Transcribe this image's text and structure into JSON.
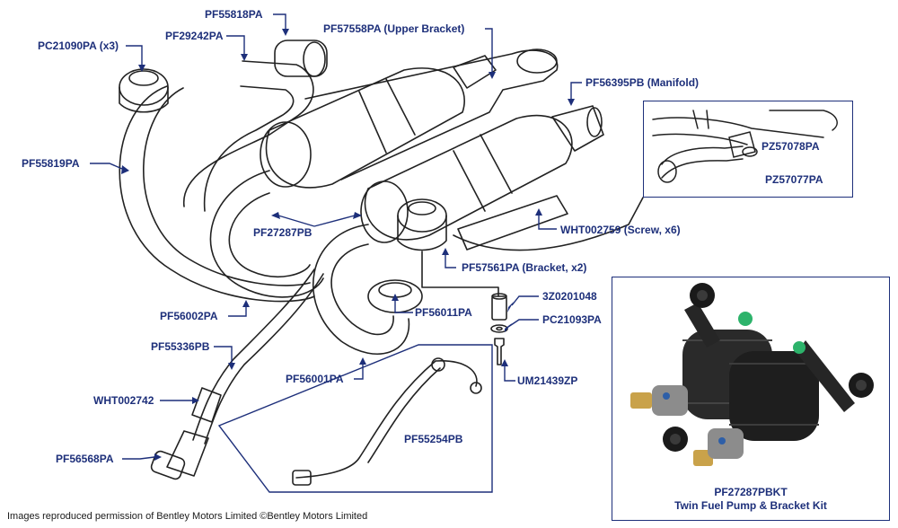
{
  "labels": {
    "pf55818pa": "PF55818PA",
    "pc21090pa": "PC21090PA (x3)",
    "pf29242pa": "PF29242PA",
    "pf57558pa": "PF57558PA (Upper Bracket)",
    "pf56395pb": "PF56395PB (Manifold)",
    "pf55819pa": "PF55819PA",
    "pz57078pa": "PZ57078PA",
    "pz57077pa": "PZ57077PA",
    "pf27287pb": "PF27287PB",
    "wht002759": "WHT002759 (Screw, x6)",
    "pf57561pa": "PF57561PA (Bracket, x2)",
    "z3z0201048": "3Z0201048",
    "pf56002pa": "PF56002PA",
    "pf56011pa": "PF56011PA",
    "pc21093pa": "PC21093PA",
    "pf55336pb": "PF55336PB",
    "um21439zp": "UM21439ZP",
    "pf56001pa": "PF56001PA",
    "wht002742": "WHT002742",
    "pf55254pb": "PF55254PB",
    "pf56568pa": "PF56568PA"
  },
  "kit": {
    "part": "PF27287PBKT",
    "title": "Twin Fuel Pump & Bracket Kit"
  },
  "credit": "Images reproduced permission of Bentley Motors Limited ©Bentley Motors Limited",
  "colors": {
    "label": "#1d2f7a",
    "line": "#222222",
    "pump_photo": "#2a2a2a",
    "accent_green": "#2db36b"
  }
}
